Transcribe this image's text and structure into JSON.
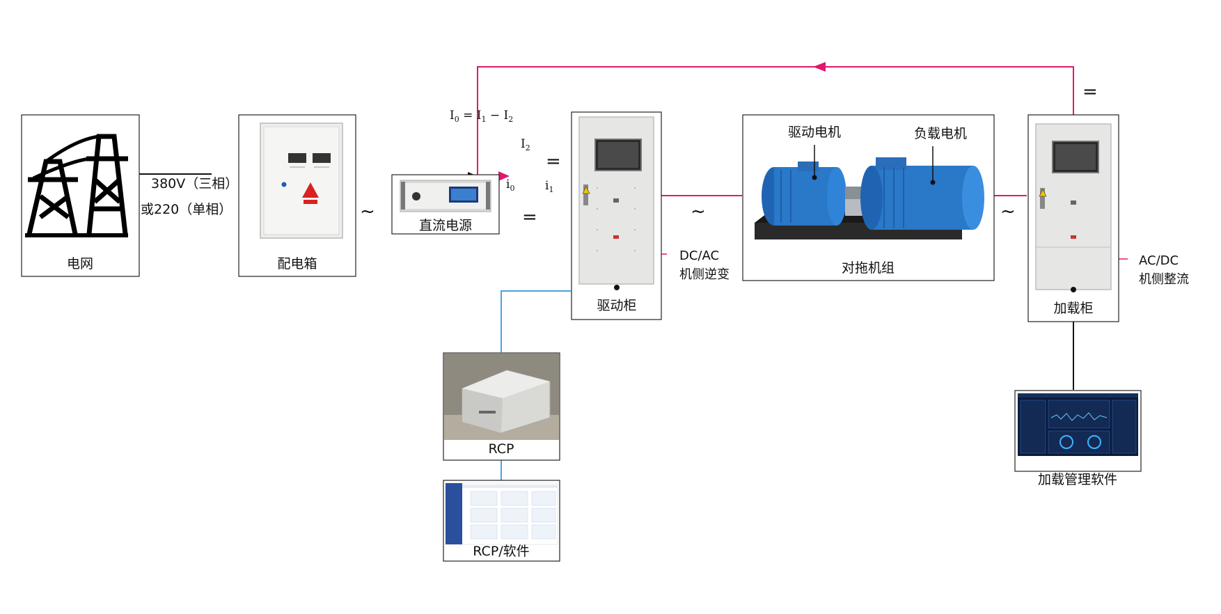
{
  "colors": {
    "power_line": "#111111",
    "ac_line": "#e0186c",
    "signal_line": "#4aa3df",
    "cabinet": "#e6e6e4",
    "motor_blue": "#2a78c8",
    "base_black": "#1a1a1a"
  },
  "nodes": {
    "grid": {
      "label": "电网",
      "icon": "power-tower-icon"
    },
    "distribution_box": {
      "label": "配电箱",
      "icon": "distribution-box-image"
    },
    "dc_supply": {
      "label": "直流电源",
      "icon": "dc-power-supply-image"
    },
    "drive_cabinet": {
      "label": "驱动柜",
      "icon": "cabinet-image"
    },
    "motor_set": {
      "label": "对拖机组",
      "icon": "motor-set-image",
      "drive_motor_label": "驱动电机",
      "load_motor_label": "负载电机"
    },
    "load_cabinet": {
      "label": "加载柜",
      "icon": "cabinet-image"
    },
    "rcp": {
      "label": "RCP",
      "icon": "rcp-device-image"
    },
    "rcp_software": {
      "label": "RCP/软件",
      "icon": "software-screenshot-image"
    },
    "load_software": {
      "label": "加载管理软件",
      "icon": "dashboard-screenshot-image"
    }
  },
  "annotations": {
    "supply_line1": "380V（三相）",
    "supply_line2": "或220（单相）",
    "ac_symbol": "~",
    "dc_symbol": "=",
    "current_equation": {
      "lhs": "I",
      "lhs_sub": "0",
      "eq": " = I",
      "mid_sub": "1",
      "minus": " − I",
      "rhs_sub": "2"
    },
    "i2": {
      "base": "I",
      "sub": "2"
    },
    "i0": {
      "base": "i",
      "sub": "0"
    },
    "i1": {
      "base": "i",
      "sub": "1"
    },
    "drive_cabinet_note_line1": "DC/AC",
    "drive_cabinet_note_line2": "机侧逆变",
    "load_cabinet_note_line1": "AC/DC",
    "load_cabinet_note_line2": "机侧整流"
  }
}
